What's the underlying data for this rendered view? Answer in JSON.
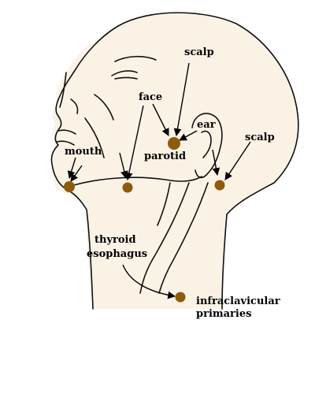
{
  "colors": {
    "skin": "#fbf2e6",
    "outline": "#111111",
    "node": "#8e5a0c",
    "text": "#000000"
  },
  "labels": {
    "scalp_top": "scalp",
    "face": "face",
    "ear": "ear",
    "scalp_right": "scalp",
    "mouth": "mouth",
    "parotid": "parotid",
    "thyroid": "thyroid",
    "esophagus": "esophagus",
    "infraclavicular": "infraclavicular",
    "primaries": "primaries"
  }
}
